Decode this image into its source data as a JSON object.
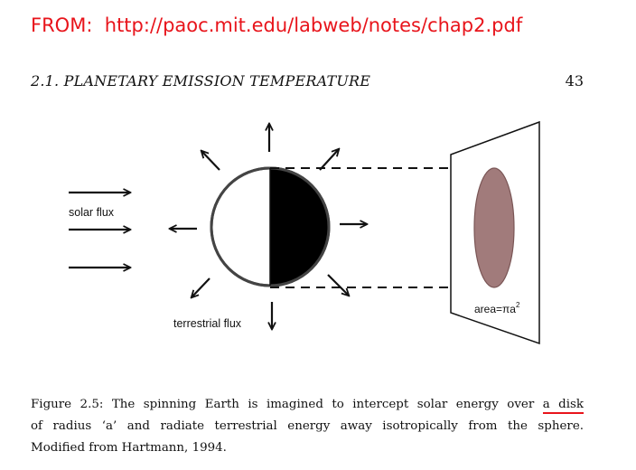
{
  "source": {
    "prefix": "FROM:",
    "url": "http://paoc.mit.edu/labweb/notes/chap2.pdf"
  },
  "running_head": {
    "section": "2.1.  PLANETARY EMISSION TEMPERATURE",
    "page_number": "43"
  },
  "figure": {
    "labels": {
      "solar_flux": "solar flux",
      "terrestrial_flux": "terrestrial flux",
      "area_prefix": "area=πa",
      "area_exponent": "2"
    },
    "colors": {
      "disk_fill": "#a17b7b",
      "disk_edge": "#7a5656",
      "ink": "#111111"
    }
  },
  "caption": {
    "line1_before": "Figure 2.5: The spinning Earth is imagined to intercept solar energy over ",
    "line1_underlined": "a disk",
    "line2": "of radius ‘a’ and radiate terrestrial energy away isotropically from the sphere.",
    "line3": "Modified from Hartmann, 1994.",
    "underline_color": "#e8141b"
  }
}
